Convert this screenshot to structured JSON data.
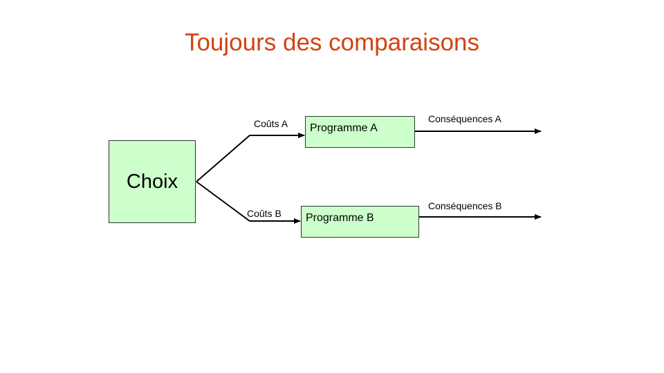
{
  "title": "Toujours des comparaisons",
  "choice": "Choix",
  "programs": {
    "a": "Programme A",
    "b": "Programme B"
  },
  "costs": {
    "a": "Coûts A",
    "b": "Coûts B"
  },
  "consequences": {
    "a": "Conséquences  A",
    "b": "Conséquences  B"
  },
  "colors": {
    "title": "#d2420f",
    "box_fill": "#ccffcc",
    "line": "#000000"
  }
}
